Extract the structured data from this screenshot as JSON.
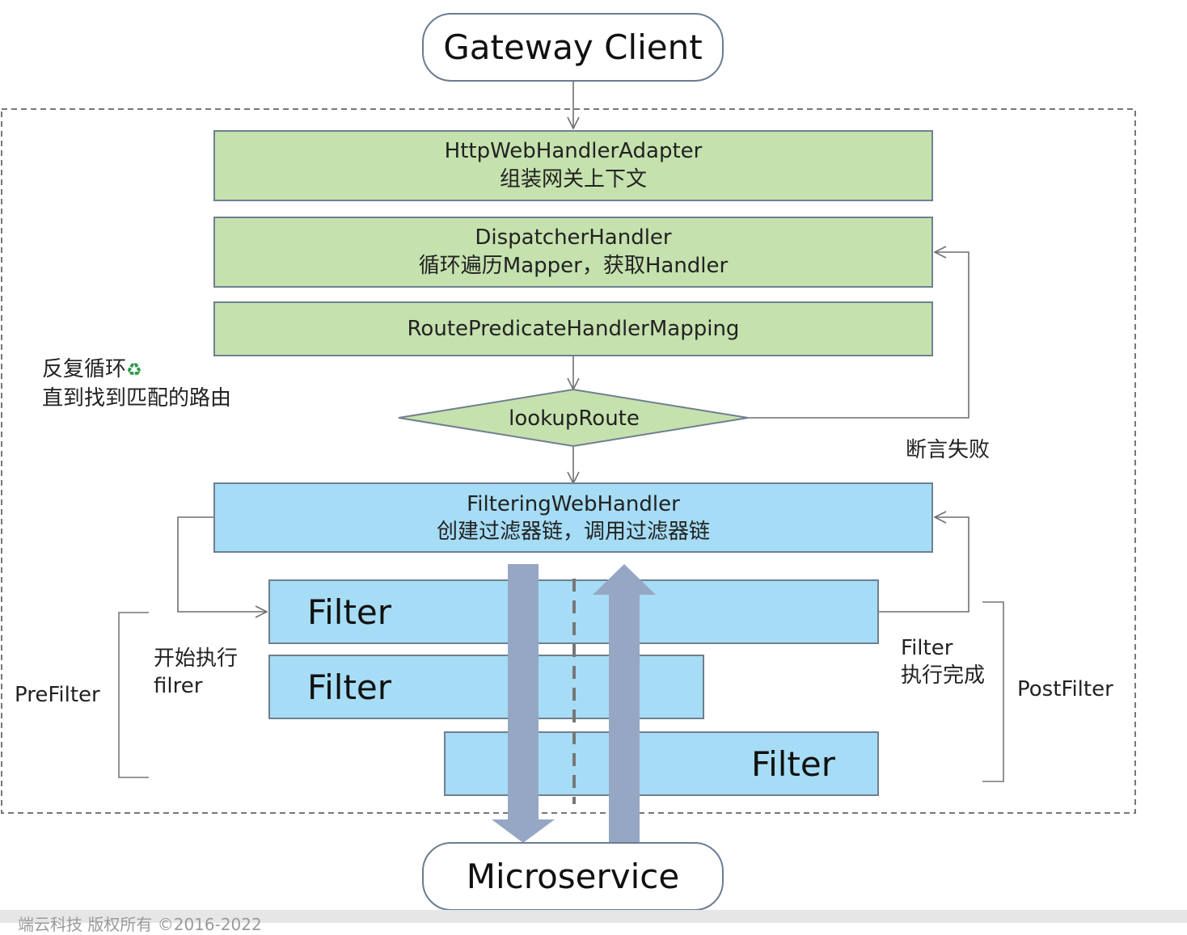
{
  "nodes": {
    "client": "Gateway Client",
    "adapter": {
      "title": "HttpWebHandlerAdapter",
      "subtitle": "组装网关上下文"
    },
    "dispatcher": {
      "title": "DispatcherHandler",
      "subtitle": "循环遍历Mapper，获取Handler"
    },
    "mapping": "RoutePredicateHandlerMapping",
    "lookup": "lookupRoute",
    "filtering": {
      "title": "FilteringWebHandler",
      "subtitle": "创建过滤器链，调用过滤器链"
    },
    "filters": [
      "Filter",
      "Filter",
      "Filter"
    ],
    "microservice": "Microservice"
  },
  "annotations": {
    "loop_line1": "反复循环",
    "loop_icon": "♻",
    "loop_line2": "直到找到匹配的路由",
    "predicate_fail": "断言失败",
    "start_line1": "开始执行",
    "start_line2": "filrer",
    "prefilter": "PreFilter",
    "done_line1": "Filter",
    "done_line2": "执行完成",
    "postfilter": "PostFilter"
  },
  "footer": "端云科技 版权所有 ©2016-2022",
  "colors": {
    "green": "#c5e1ae",
    "blue": "#a6dcf5",
    "arrow": "#96a7c4",
    "border": "#6f7f90"
  }
}
